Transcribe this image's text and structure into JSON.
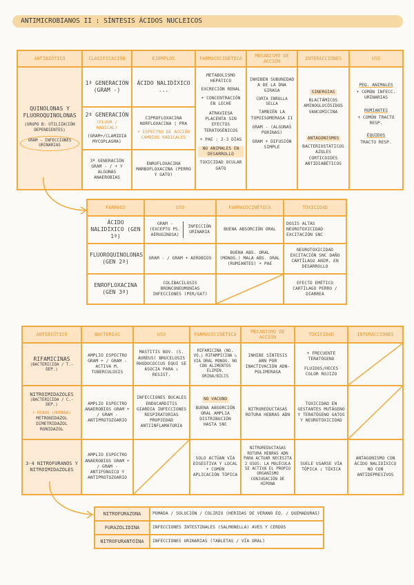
{
  "title": "ANTIMICROBIANOS II : SÍNTESIS ÁCIDOS NUCLEICOS",
  "table1": {
    "headers": [
      "ANTIBIÓTICO",
      "CLASIFICACIÓN",
      "EJEMPLOS",
      "FARMACOCINÉTICA",
      "MECANISMO DE ACCIÓN",
      "INTERACCIONES",
      "USO"
    ],
    "antibiotic_name": "QUINOLONAS Y FLUOROQUINOLONAS",
    "antibiotic_note": "(GRUPO B: UTILIZACIÓN DEPENDIENTES)",
    "antibiotic_pill": "GRAM - INFECCIONES URINARIAS",
    "gen1": "1ª GENERACIÓN (GRAM -)",
    "gen2_title": "2ª GENERACIÓN",
    "gen2_sub": "(FLUOR / RADICAL)",
    "gen2_spec": "(GRAM+/CLAMIDIA MYCOPLASMA)",
    "gen3": "3ª GENERACIÓN GRAM - / + Y ALGUNAS ANAEROBIAS",
    "ex1": "ÁCIDO NALIDÍXICO ...",
    "ex2_a": "CIPROFLOXACINA NORFLOXACINA",
    "ex2_b": "PRA",
    "ex2_c": "+ ESPECTRO DE ACCIÓN CAMBIOS RADICALES",
    "ex3": "ENROFLOXACINA MARBOFLOXACINA (PERRO Y GATO)",
    "pk_1": "METABOLISMO HEPÁTICO",
    "pk_2": "EXCRECIÓN RENAL",
    "pk_3": "+ CONCENTRACIÓN EN LECHE",
    "pk_4": "ATRAVIESA PLACENTA SIN EFECTOS TERATOGÉNICOS",
    "pk_5": "+ PAE : 2-3 DÍAS",
    "pk_6": "NO ANIMALES EN DESARROLLO",
    "pk_7": "TOXICIDAD OCULAR GATO",
    "mech_1": "INHIBEN SUBUNIDAD A DE LA DNA GIRASA",
    "mech_2": "CORTA ENROLLA SELLA",
    "mech_3": "TAMBIÉN LA TOPOISOMERASA II",
    "mech_4": "GRAM - (ALGUNAS PORINAS)",
    "mech_5": "GRAM + DIFUSIÓN SIMPLE",
    "int_1": "SINERGIAS",
    "int_2": "BLACTÁMICOS AMINOGLUCÓSIDOS VANCOMICINA",
    "int_3": "ANTAGONISMOS",
    "int_4": "BACTERIOSTÁTICOS AZOLES CORTICOIDES ANTIDIABÉTICOS",
    "use_1": "PEQ. ANIMALES",
    "use_2": "+ COMÚN INFECC. URINARIAS",
    "use_3": "RUMIANTES",
    "use_4": "+ COMÚN TRACTO RESP.",
    "use_5": "ÉQUIDOS",
    "use_6": "TRACTO RESP."
  },
  "table2": {
    "headers": [
      "FÁRMACO",
      "USO",
      "FARMACOCINÉTICA",
      "TOXICIDAD"
    ],
    "r1_drug": "ÁCIDO NALIDÍXICO (GEN 1ª)",
    "r1_use_a": "GRAM - (EXCEPTO PS. AERUGINOSA)",
    "r1_use_b": "INFECCIÓN URINARIA",
    "r1_pk": "BUENA ABSORCIÓN ORAL",
    "r1_tox": "DOSIS ALTAS NEUROTOXICIDAD EXCITACIÓN SNC",
    "r2_drug": "FLUOROQUINOLONAS (GEN 2ª)",
    "r2_use_a": "GRAM -",
    "r2_use_b": "GRAM + AEROBIOS",
    "r2_pk": "BUENA ABS. ORAL (MONOG.) MALA ABS. ORAL (RUMIANTES) + PAE",
    "r2_tox": "NEUROTOXICIDAD EXCITACIÓN SNC DAÑO CARTÍLAGO ANIM. EN DESARROLLO",
    "r3_drug": "ENROFLOXACINA (GEN 3ª)",
    "r3_use": "COLIBACILOSIS BRONCONEUMONÍAS INFECCIONES (PER/GAT)",
    "r3_tox": "EFECTO EMÉTICO CARTÍLAGO PERRO / DIARREA"
  },
  "table3": {
    "headers": [
      "ANTIBIÓTICO",
      "BACTERIAS",
      "USO",
      "FARMACOCINÉTICA",
      "MECANISMO DE ACCIÓN",
      "TOXICIDAD",
      "INTERACCIONES"
    ],
    "r1_name": "RIFAMICINAS",
    "r1_sub": "(BACTERICIDA / T.-DEP.)",
    "r1_bact": "AMPLIO ESPECTRO GRAM + / GRAM - ACTIVA M. TUBERCULOSIS",
    "r1_use": "MASTITIS BOV. (S. AUREUS) BRUCELOSIS RHODOCOCCUS EQUI SE ASOCIA PARA ↓ RESIST.",
    "r1_pk": "RIFAMICINA (NO. VO.) RIFAMPICINA ↳ VIA ORAL MONOG. NO CON ALIMENTOS ELIMIN. ORINA/BILIS",
    "r1_mech": "INHIBE SÍNTESIS ARN POR INACTIVACIÓN ADN-POLIMERASA",
    "r1_tox_a": "+ FRECUENTE TERATÓGENO",
    "r1_tox_b": "FLUIDOS/HECES COLOR ROJIZO",
    "r2_name": "NITROIMIDAZOLES",
    "r2_sub": "(BACTERICIDA / C.-DEP.)",
    "r2_note": "+ USADO (HUMANA)",
    "r2_list": "METRONIDAZOL DIMETRIDAZOL RONIDAZOL",
    "r2_bact": "AMPLIO ESPECTRO ANAEROBIOS GRAM + / GRAM - ANTIPROTOZOARIO",
    "r2_use": "INFECCIONES BUCALES ENDOCARDITIS GIARDIA INFECCIONES RESPIRATORIAS PROPIEDAD ANTIINFLAMATORIA",
    "r2_pk_a": "NO VACUNO",
    "r2_pk_b": "BUENA ABSORCIÓN ORAL AMPLIA DISTRIBUCIÓN HASTA SNC",
    "r2_mech": "NITROREDUCTASAS ROTURA HEBRAS ADN",
    "r2_tox": "TOXICIDAD EN GESTANTES MUTÁGENO Y TERATÓGENO GATOS Y NEUROTOXICIDAD",
    "r3_name": "3-4 NITROFURANOS Y NITROIMIDAZOLES",
    "r3_bact": "AMPLIO ESPECTRO ANAEROBIOS GRAM + / GRAM - ANTIFÚNGICO Y ANTIPROTOZOARIO",
    "r3_pk": "SOLO ACTÚAN VÍA DIGESTIVA Y LOCAL + COMÚN APLICACIÓN TÓPICA",
    "r3_mech": "NITROREDUCTASAS ROTURA HEBRAS ADN PARA ACTUAR NECESITA 2 USOS: LA MOLÉCULA SE ACTIVA EL PROPIO ORGANISMO CONJUGACIÓN DE HIPONA",
    "r3_tox": "SUELE USARSE VÍA TÓPICA ↓ TÓXICA",
    "r3_int": "ANTAGONISMO CON ÁCIDO NALIDÍXICO NO CON ANTIDEPRESIVOS"
  },
  "table4": {
    "rows": [
      {
        "drug": "NITROFURAZONA",
        "use": "POMADA / SOLUCIÓN / COLIRIO (HERIDAS DE VERANO EQ. / QUEMADURAS)"
      },
      {
        "drug": "FURAZOLIDINA",
        "use": "INFECCIONES INTESTINALES (SALMONELLA) AVES Y CERDOS"
      },
      {
        "drug": "NITROFURANTOÍNA",
        "use": "INFECCIONES URINARIAS (TABLETAS / VÍA ORAL)"
      }
    ]
  }
}
